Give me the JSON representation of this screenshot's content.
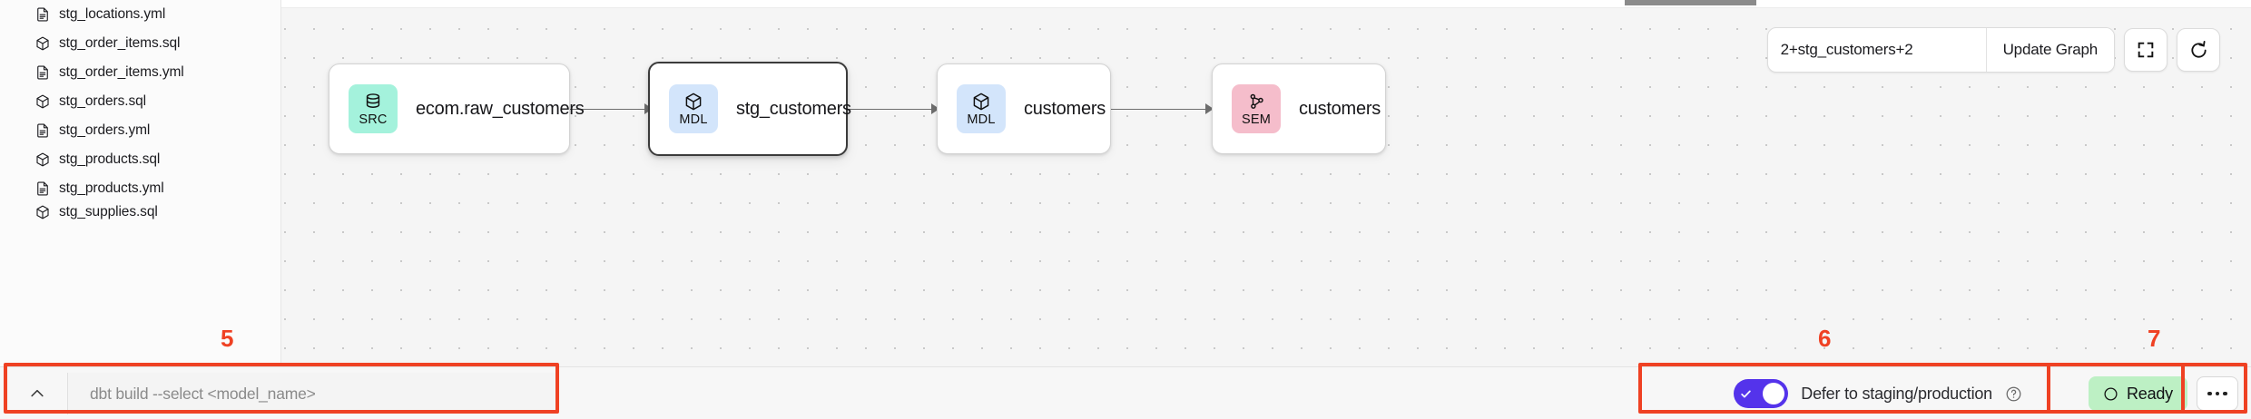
{
  "sidebar": {
    "files": [
      {
        "name": "stg_locations.yml",
        "icon": "file-yml-icon"
      },
      {
        "name": "stg_order_items.sql",
        "icon": "cube-sql-icon"
      },
      {
        "name": "stg_order_items.yml",
        "icon": "file-yml-icon"
      },
      {
        "name": "stg_orders.sql",
        "icon": "cube-sql-icon"
      },
      {
        "name": "stg_orders.yml",
        "icon": "file-yml-icon"
      },
      {
        "name": "stg_products.sql",
        "icon": "cube-sql-icon"
      },
      {
        "name": "stg_products.yml",
        "icon": "file-yml-icon"
      },
      {
        "name": "stg_supplies.sql",
        "icon": "cube-sql-icon"
      }
    ]
  },
  "graph": {
    "nodes": [
      {
        "badge": "SRC",
        "label": "ecom.raw_customers",
        "icon": "database-icon",
        "badge_color": "#a4f2dc",
        "selected": false
      },
      {
        "badge": "MDL",
        "label": "stg_customers",
        "icon": "cube-icon",
        "badge_color": "#d3e5fb",
        "selected": true
      },
      {
        "badge": "MDL",
        "label": "customers",
        "icon": "cube-icon",
        "badge_color": "#d3e5fb",
        "selected": false
      },
      {
        "badge": "SEM",
        "label": "customers",
        "icon": "network-icon",
        "badge_color": "#f5bdcb",
        "selected": false
      }
    ]
  },
  "toolbar": {
    "selector_value": "2+stg_customers+2",
    "selector_placeholder": "Enter a selector",
    "update_graph_label": "Update Graph",
    "fullscreen_icon": "expand-icon",
    "refresh_icon": "refresh-icon"
  },
  "bottom": {
    "collapse_icon": "chevron-up-icon",
    "command_placeholder": "dbt build --select <model_name>",
    "command_value": "",
    "defer_label": "Defer to staging/production",
    "defer_help_icon": "question-circle-icon",
    "defer_enabled": true,
    "status_label": "Ready",
    "status_color": "#bdf0c4",
    "more_icon": "ellipsis-icon"
  },
  "annotations": [
    {
      "number": "5"
    },
    {
      "number": "6"
    },
    {
      "number": "7"
    }
  ],
  "colors": {
    "accent": "#5433eb",
    "annotation": "#ef4123",
    "canvas": "#f5f5f5",
    "ready": "#bdf0c4"
  }
}
